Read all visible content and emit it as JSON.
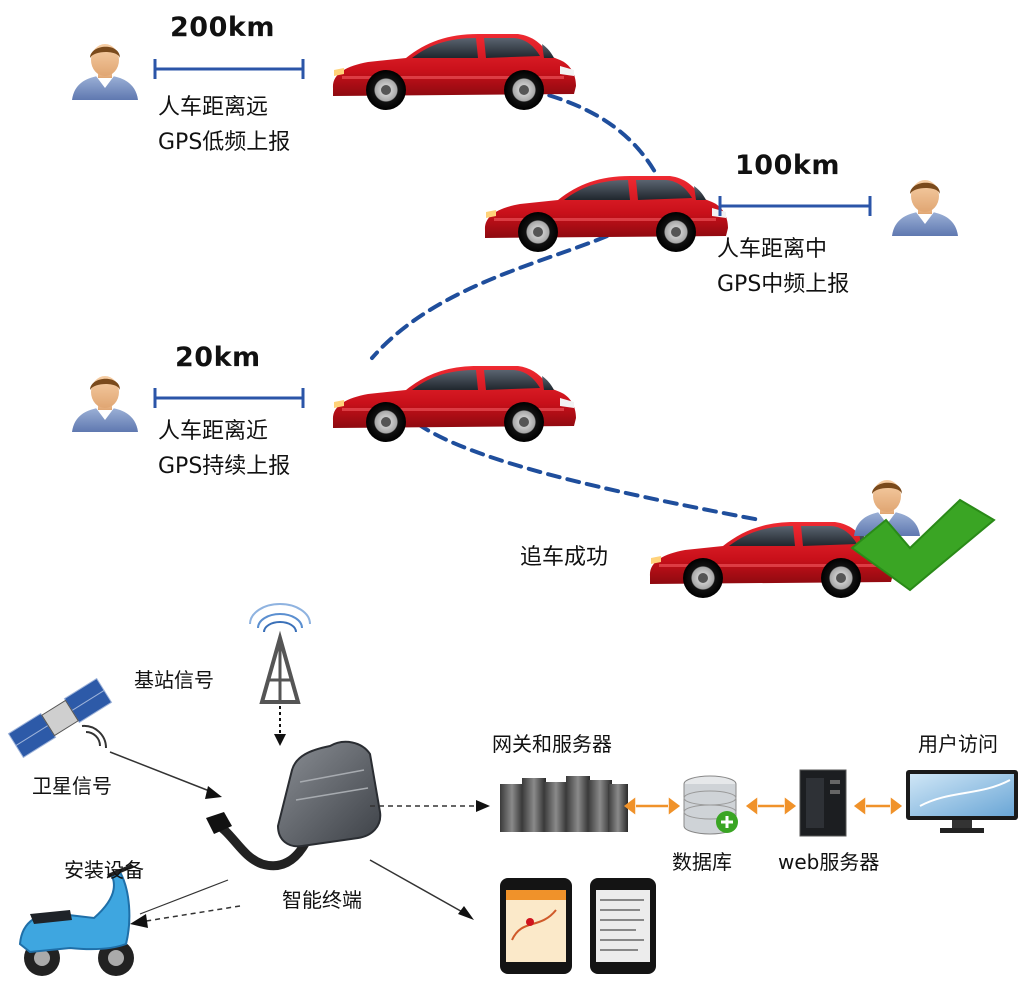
{
  "top": {
    "far": {
      "distance": "200km",
      "line1": "人车距离远",
      "line2": "GPS低频上报"
    },
    "mid": {
      "distance": "100km",
      "line1": "人车距离中",
      "line2": "GPS中频上报"
    },
    "near": {
      "distance": "20km",
      "line1": "人车距离近",
      "line2": "GPS持续上报"
    },
    "success": "追车成功"
  },
  "bottom": {
    "base_station": "基站信号",
    "satellite": "卫星信号",
    "installed_device": "安装设备",
    "smart_terminal": "智能终端",
    "gateway": "网关和服务器",
    "database": "数据库",
    "web_server": "web服务器",
    "user_access": "用户访问"
  },
  "colors": {
    "car_red": "#d0141e",
    "path_blue": "#1f4e9c",
    "range_blue": "#2b55a8",
    "check_green": "#3aa524",
    "arrow_orange": "#f0922a"
  }
}
